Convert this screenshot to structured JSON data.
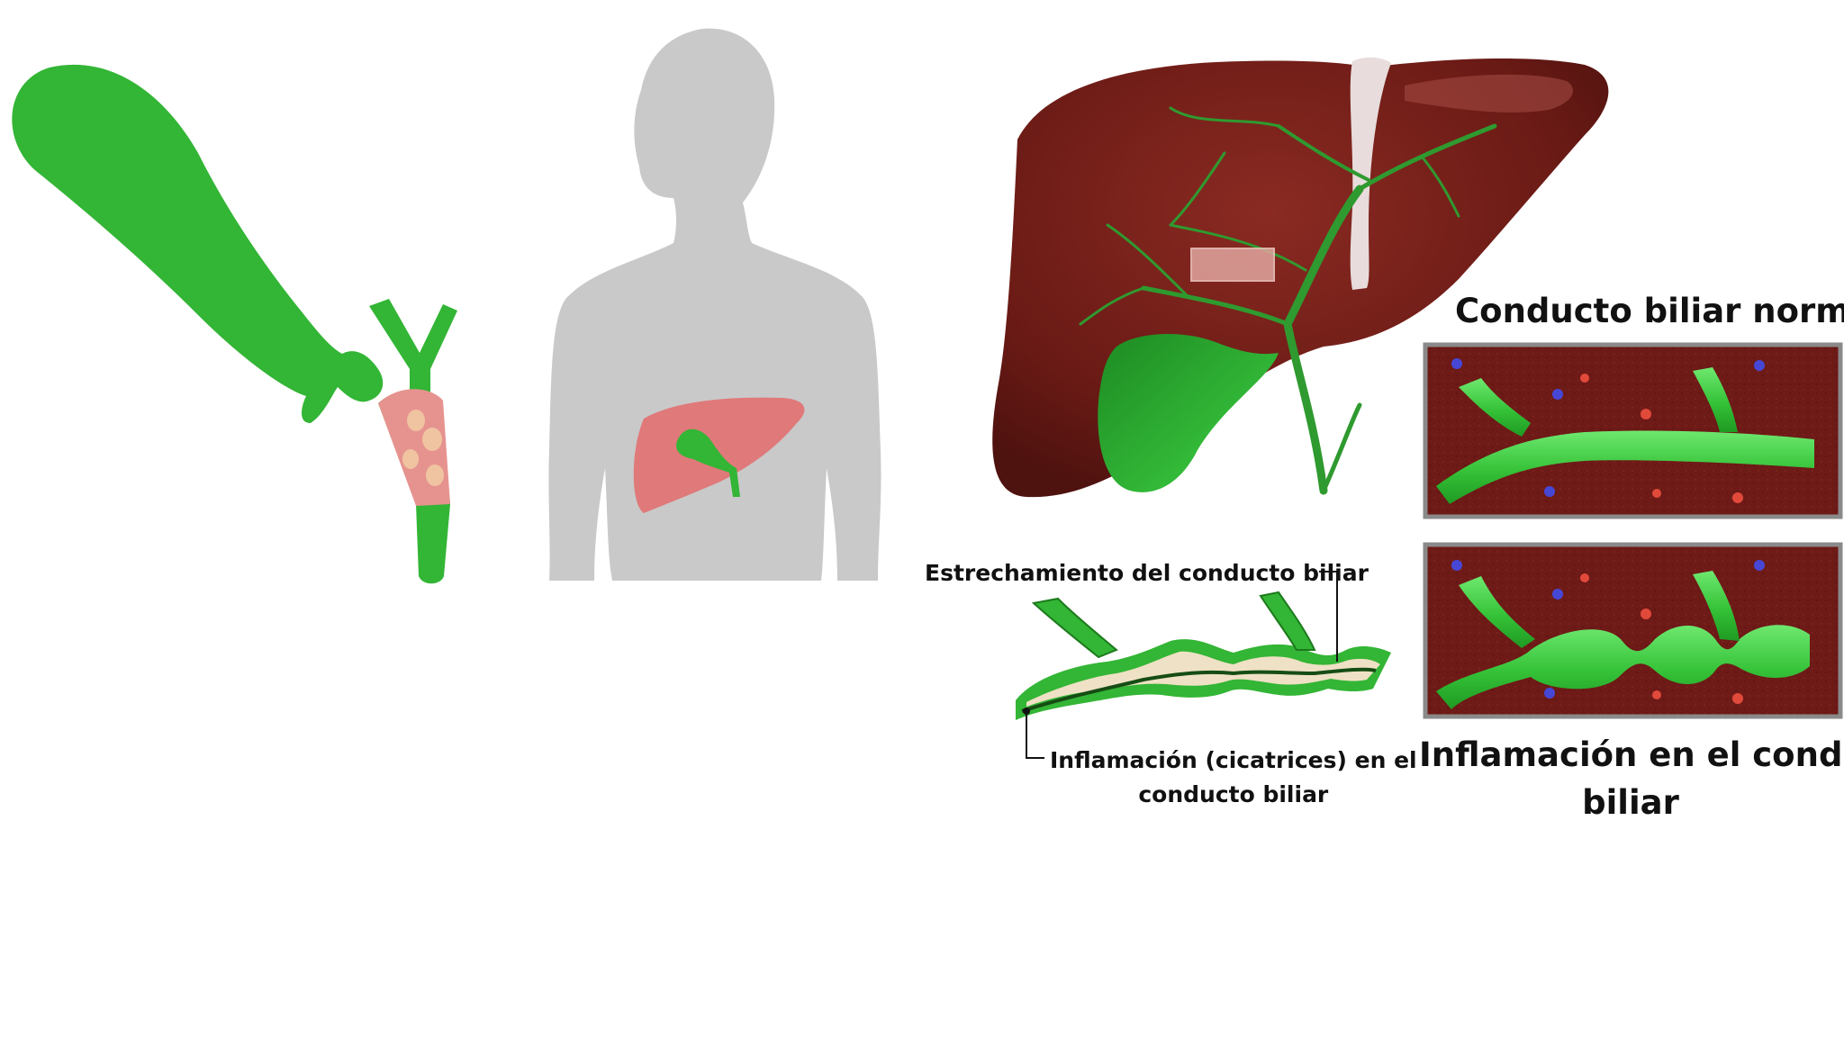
{
  "colors": {
    "bile_green": "#33b535",
    "liver": "#6e1c17",
    "silhouette": "#c9c9c9",
    "stone_pink": "#e69390"
  },
  "labels": {
    "normal_duct": "Conducto biliar normal",
    "inflamed_duct_line1": "Inflamación en el conducto",
    "inflamed_duct_line2": "biliar",
    "stricture": "Estrechamiento del conducto biliar",
    "scarring_line1": "Inflamación (cicatrices) en el",
    "scarring_line2": "conducto biliar"
  }
}
